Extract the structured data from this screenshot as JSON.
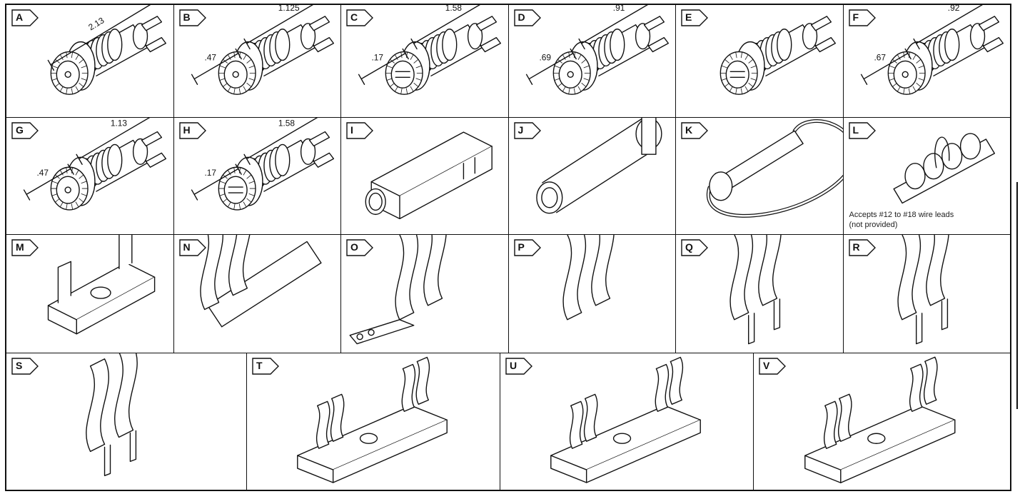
{
  "rows": [
    {
      "cells": [
        {
          "letter": "A",
          "dims": [
            "2.13"
          ],
          "art": "fuse-holder"
        },
        {
          "letter": "B",
          "dims": [
            ".47",
            "1.125"
          ],
          "art": "fuse-holder"
        },
        {
          "letter": "C",
          "dims": [
            ".17",
            "1.58"
          ],
          "art": "fuse-holder-flat"
        },
        {
          "letter": "D",
          "dims": [
            ".69",
            ".91"
          ],
          "art": "fuse-holder"
        },
        {
          "letter": "E",
          "dims": [],
          "art": "fuse-holder-flat"
        },
        {
          "letter": "F",
          "dims": [
            ".67",
            ".92"
          ],
          "art": "fuse-holder"
        }
      ]
    },
    {
      "cells": [
        {
          "letter": "G",
          "dims": [
            ".47",
            "1.13"
          ],
          "art": "fuse-holder"
        },
        {
          "letter": "H",
          "dims": [
            ".17",
            "1.58"
          ],
          "art": "fuse-holder-flat"
        },
        {
          "letter": "I",
          "dims": [],
          "art": "pcb-box"
        },
        {
          "letter": "J",
          "dims": [],
          "art": "tube"
        },
        {
          "letter": "K",
          "dims": [],
          "art": "inline-loop"
        },
        {
          "letter": "L",
          "dims": [],
          "art": "inline",
          "note": [
            "Accepts #12 to #18 wire leads",
            "(not provided)"
          ]
        }
      ]
    },
    {
      "cells": [
        {
          "letter": "M",
          "dims": [],
          "art": "block"
        },
        {
          "letter": "N",
          "dims": [],
          "art": "clip-pair"
        },
        {
          "letter": "O",
          "dims": [],
          "art": "clip-tab"
        },
        {
          "letter": "P",
          "dims": [],
          "art": "clip"
        },
        {
          "letter": "Q",
          "dims": [],
          "art": "clip-pin"
        },
        {
          "letter": "R",
          "dims": [],
          "art": "clip-pin"
        }
      ]
    },
    {
      "cells": [
        {
          "letter": "S",
          "dims": [],
          "art": "clip-pin"
        },
        {
          "letter": "T",
          "dims": [],
          "art": "block-clips"
        },
        {
          "letter": "U",
          "dims": [],
          "art": "block-clips"
        },
        {
          "letter": "V",
          "dims": [],
          "art": "block-clips"
        }
      ]
    }
  ]
}
